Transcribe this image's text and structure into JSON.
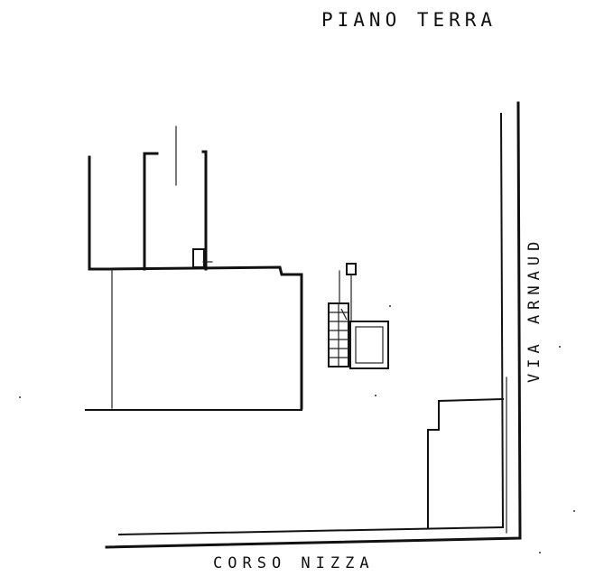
{
  "floor_label": "PIANO TERRA",
  "streets": {
    "bottom": "CORSO NIZZA",
    "right": "VIA ARNAUD"
  },
  "colors": {
    "ink": "#111111",
    "paper": "#ffffff"
  }
}
